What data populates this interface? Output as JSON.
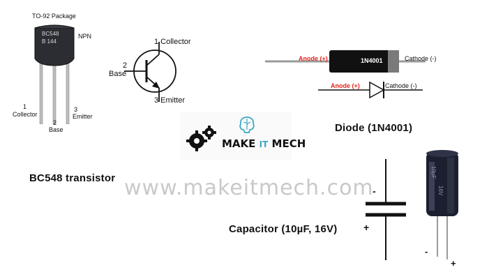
{
  "transistor_package": {
    "package_title": "TO-92 Package",
    "body_line1": "BC548",
    "body_line2": "B 144",
    "type": "NPN",
    "pin1_num": "1",
    "pin1_name": "Collector",
    "pin2_num": "2",
    "pin2_name": "Base",
    "pin3_num": "3",
    "pin3_name": "Emitter",
    "caption": "BC548 transistor"
  },
  "transistor_symbol": {
    "collector_label": "1 Collector",
    "base_num": "2",
    "base_label": "Base",
    "emitter_label": "3 Emitter"
  },
  "diode": {
    "part_number": "1N4001",
    "anode_label": "Anode (+)",
    "cathode_label": "Cathode (-)",
    "symbol_anode_label": "Anode (+)",
    "symbol_cathode_label": "Cathode (-)",
    "caption": "Diode (1N4001)"
  },
  "logo": {
    "word1": "MAKE",
    "word2": "IT",
    "word3": "MECH"
  },
  "watermark": "www.makeitmech.com",
  "capacitor": {
    "minus_sign": "-",
    "plus_sign": "+",
    "caption": "Capacitor (10µF, 16V)",
    "body_text1": "10µF",
    "body_text2": "16V",
    "lead_minus": "-",
    "lead_plus": "+"
  },
  "colors": {
    "diode_band": "#7a7a7a",
    "diode_body": "#111111",
    "label_red": "#e0251b",
    "capacitor_body": "#1b1f30",
    "logo_brain": "#3aa7c6"
  }
}
